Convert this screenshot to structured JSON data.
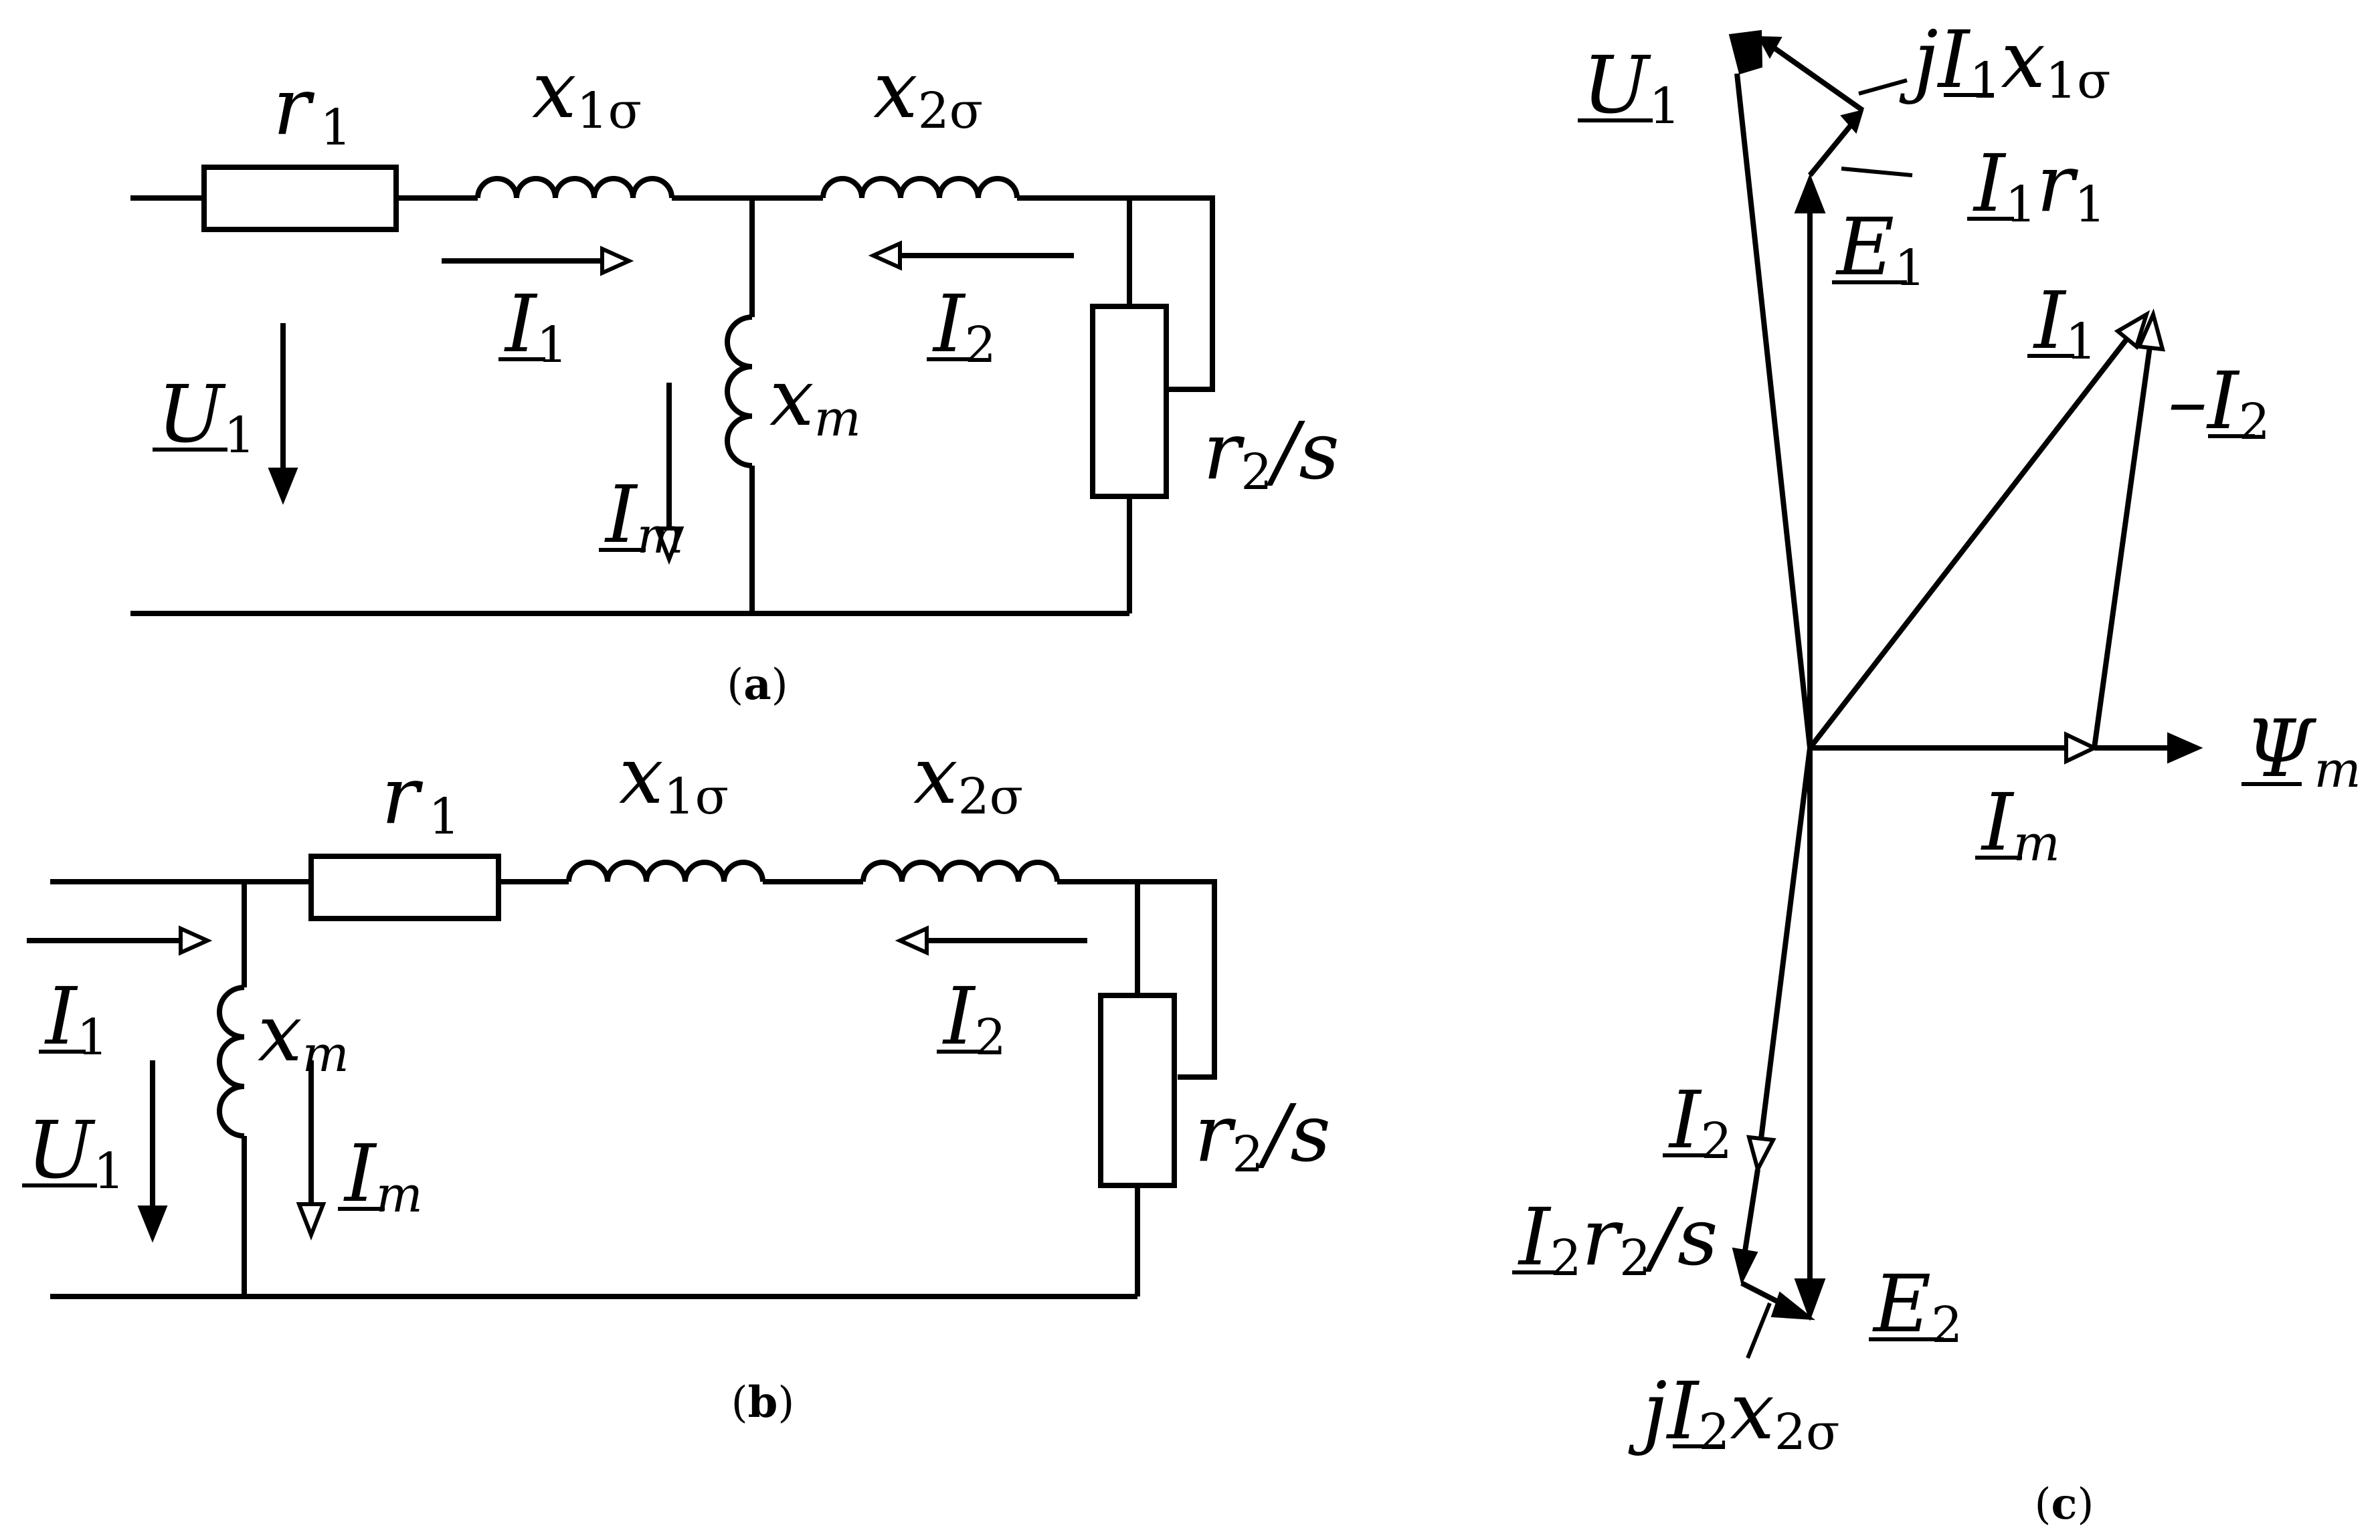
{
  "panels": {
    "a": {
      "caption_open": "(",
      "caption_letter": "a",
      "caption_close": ")",
      "labels": {
        "r1": {
          "main": "r",
          "sub": "1"
        },
        "x1s": {
          "main": "x",
          "sub": "1σ"
        },
        "x2s": {
          "main": "x",
          "sub": "2σ"
        },
        "xm": {
          "main": "x",
          "sub": "m"
        },
        "I1": {
          "main": "I",
          "sub": "1"
        },
        "I2": {
          "main": "I",
          "sub": "2"
        },
        "Im": {
          "main": "I",
          "sub": "m"
        },
        "U1": {
          "main": "U",
          "sub": "1"
        },
        "r2s": {
          "main": "r",
          "sub": "2",
          "tail": "/s"
        }
      }
    },
    "b": {
      "caption_open": "(",
      "caption_letter": "b",
      "caption_close": ")",
      "labels": {
        "r1": {
          "main": "r",
          "sub": "1"
        },
        "x1s": {
          "main": "x",
          "sub": "1σ"
        },
        "x2s": {
          "main": "x",
          "sub": "2σ"
        },
        "xm": {
          "main": "x",
          "sub": "m"
        },
        "I1": {
          "main": "I",
          "sub": "1"
        },
        "I2": {
          "main": "I",
          "sub": "2"
        },
        "Im": {
          "main": "I",
          "sub": "m"
        },
        "U1": {
          "main": "U",
          "sub": "1"
        },
        "r2s": {
          "main": "r",
          "sub": "2",
          "tail": "/s"
        }
      }
    },
    "c": {
      "caption_open": "(",
      "caption_letter": "c",
      "caption_close": ")",
      "labels": {
        "U1": {
          "main": "U",
          "sub": "1"
        },
        "jI1x1s": {
          "pre": "j",
          "main": "I",
          "sub": "1",
          "tail": "x",
          "tailsub": "1σ"
        },
        "I1r1": {
          "main": "I",
          "sub": "1",
          "tail": "r",
          "tailsub": "1"
        },
        "E1": {
          "main": "E",
          "sub": "1"
        },
        "I1": {
          "main": "I",
          "sub": "1"
        },
        "mI2": {
          "pre": "–",
          "main": "I",
          "sub": "2"
        },
        "Psim": {
          "main": "Ψ",
          "sub": "m"
        },
        "Im": {
          "main": "I",
          "sub": "m"
        },
        "I2": {
          "main": "I",
          "sub": "2"
        },
        "I2r2s": {
          "main": "I",
          "sub": "2",
          "tail": "r",
          "tailsub": "2",
          "tail2": "/s"
        },
        "E2": {
          "main": "E",
          "sub": "2"
        },
        "jI2x2s": {
          "pre": "j",
          "main": "I",
          "sub": "2",
          "tail": "x",
          "tailsub": "2σ"
        }
      }
    }
  }
}
